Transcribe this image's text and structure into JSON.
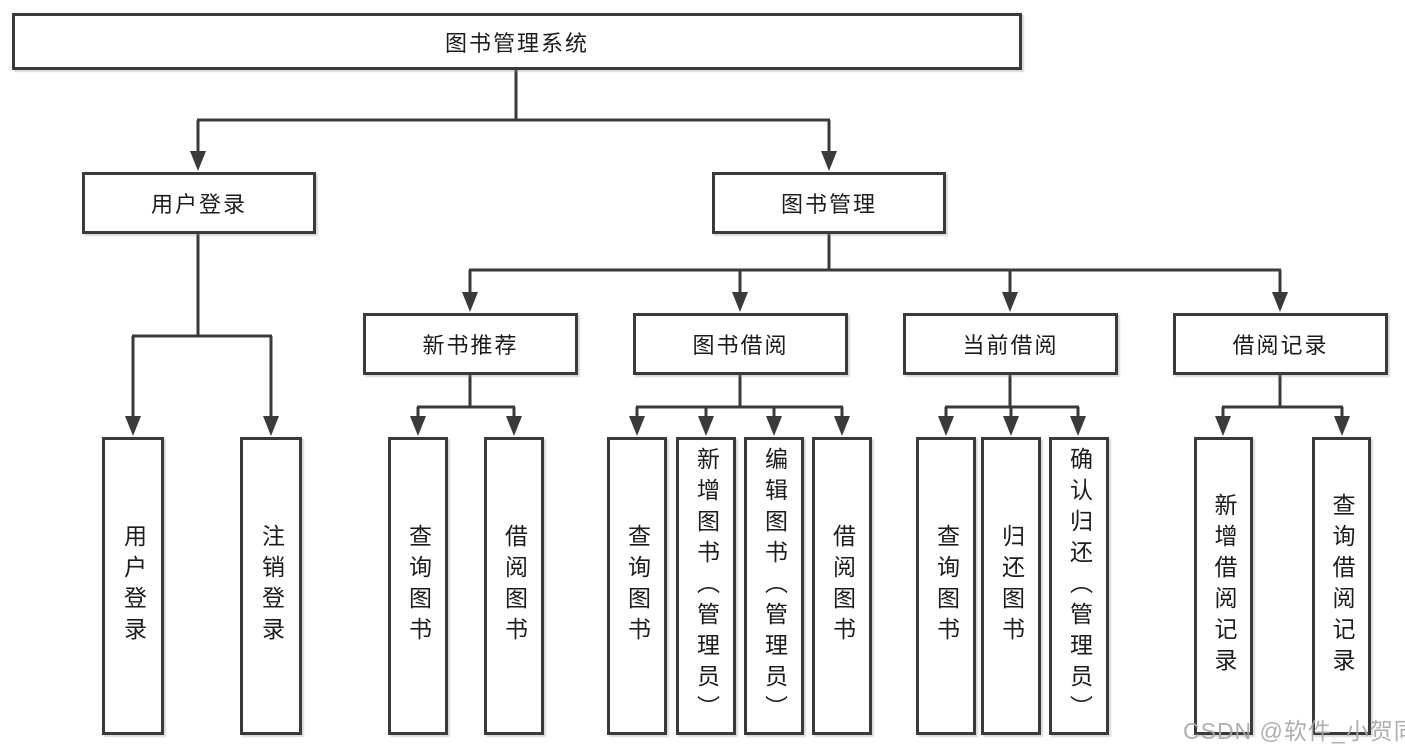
{
  "diagram": {
    "root": {
      "label": "图书管理系统"
    },
    "level2": {
      "user_login": {
        "label": "用户登录"
      },
      "book_mgmt": {
        "label": "图书管理"
      }
    },
    "level3": {
      "new_book_recommend": {
        "label": "新书推荐"
      },
      "book_borrow": {
        "label": "图书借阅"
      },
      "current_borrow": {
        "label": "当前借阅"
      },
      "borrow_records": {
        "label": "借阅记录"
      }
    },
    "leaves": {
      "login": [
        "用户登录",
        "注销登录"
      ],
      "recommend": [
        "查询图书",
        "借阅图书"
      ],
      "borrow": [
        "查询图书",
        "新增图书（管理员）",
        "编辑图书（管理员）",
        "借阅图书"
      ],
      "current": [
        "查询图书",
        "归还图书",
        "确认归还（管理员）"
      ],
      "records": [
        "新增借阅记录",
        "查询借阅记录"
      ]
    },
    "colors": {
      "line": "#3a3a3a",
      "text": "#1c1c1c",
      "watermark": "#a8a8a8"
    }
  },
  "watermark": {
    "text": "CSDN @软件_小贺同学"
  }
}
